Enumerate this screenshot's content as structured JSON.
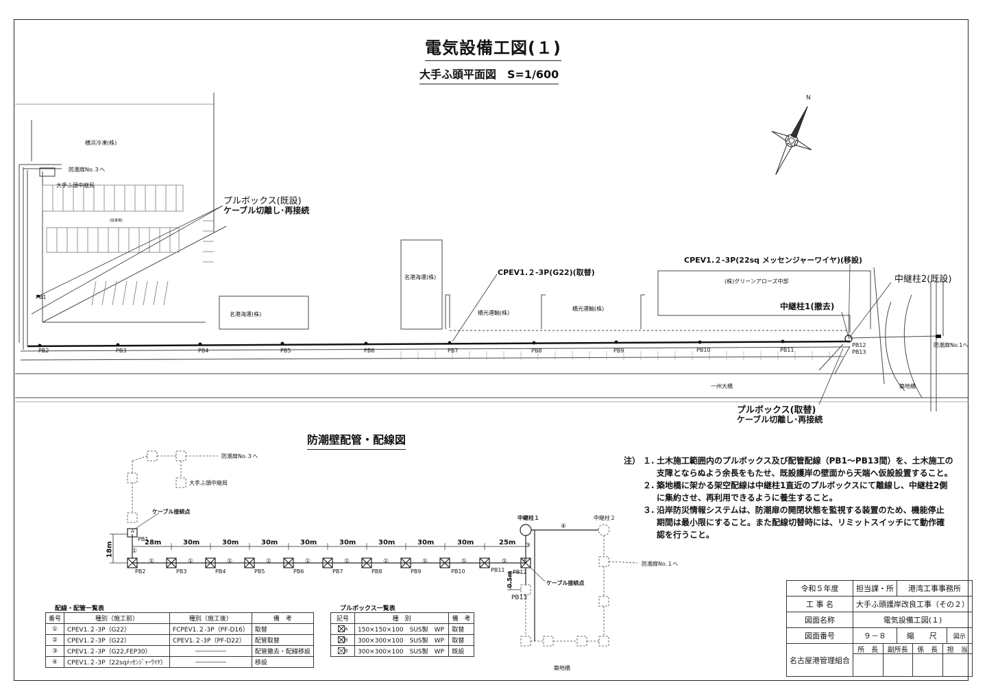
{
  "header": {
    "title": "電気設備工図(１)",
    "plan_title": "大手ふ頭平面図　S=1/600",
    "section_title": "防潮壁配管・配線図"
  },
  "plan": {
    "companies": [
      {
        "key": "c1",
        "label": "横浜冷凍(株)"
      },
      {
        "key": "c2",
        "label": "名港海運(株)"
      },
      {
        "key": "c3",
        "label": "名港海運(株)"
      },
      {
        "key": "c4",
        "label": "橋元運輸(株)"
      },
      {
        "key": "c5",
        "label": "橋元運輸(株)"
      },
      {
        "key": "c6",
        "label": "(株)グリーンアローズ中部"
      }
    ],
    "places": {
      "tidegate3": "防潮扉No.３へ",
      "relay_station": "大手ふ頭中継局",
      "tidegate1": "防潮扉No.1へ",
      "bridge1": "一州大橋",
      "bridge2": "築地橋",
      "lot": "(駐車場)"
    },
    "callouts": {
      "pullbox_existing": "プルボックス(既設)",
      "cable_reconnect": "ケーブル切離し･再接続",
      "cpev_g22": "CPEV1.２-3P(G22)(取替)",
      "cpev_messenger": "CPEV1.２-3P(22sq メッセンジャーワイヤ)(移設)",
      "relay_pole2": "中継柱2(既設)",
      "relay_pole1": "中継柱1(撤去)",
      "pullbox_replace": "プルボックス(取替)",
      "cable_reconnect2": "ケーブル切離し･再接続"
    },
    "pb_labels": [
      "PB1",
      "PB2",
      "PB3",
      "PB4",
      "PB5",
      "PB6",
      "PB7",
      "PB8",
      "PB9",
      "PB10",
      "PB11",
      "PB12",
      "PB13"
    ]
  },
  "wiring": {
    "pb_labels": [
      "PB2",
      "PB3",
      "PB4",
      "PB5",
      "PB6",
      "PB7",
      "PB8",
      "PB9",
      "PB10",
      "PB11",
      "PB12",
      "PB13"
    ],
    "pb1": "PB1",
    "distances": [
      "28m",
      "30m",
      "30m",
      "30m",
      "30m",
      "30m",
      "30m",
      "30m",
      "30m",
      "25m"
    ],
    "height": "18m",
    "gap": "0.5m",
    "cable_point1": "ケーブル接続点",
    "cable_point2": "ケーブル接続点",
    "pole1": "中継柱１",
    "pole2": "中継柱２",
    "circle1": "①",
    "circle3": "③",
    "circle4": "④",
    "to_tidegate3": "防潮扉No.３へ",
    "to_tidegate1": "防潮扉No.１へ",
    "relay_station": "大手ふ頭中継局",
    "bridge": "築地橋",
    "box_a": "A",
    "box_b": "B"
  },
  "notes": {
    "prefix": "注）",
    "items": [
      {
        "num": "１.",
        "lines": [
          "土木施工範囲内のプルボックス及び配管配線（PB1～PB13間）を、土木施工の",
          "支障とならぬよう余長をもたせ、既設護岸の壁面から天端へ仮設設置すること。"
        ]
      },
      {
        "num": "２.",
        "lines": [
          "築地橋に架かる架空配線は中継柱1直近のプルボックスにて離線し、中継柱2側",
          "に集約させ、再利用できるように養生すること。"
        ]
      },
      {
        "num": "３.",
        "lines": [
          "沿岸防災情報システムは、防潮扉の開閉状態を監視する装置のため、機能停止",
          "期間は最小限にすること。また配線切替時には、リミットスイッチにて動作確",
          "認を行うこと。"
        ]
      }
    ]
  },
  "wire_table": {
    "title": "配線・配管一覧表",
    "headers": [
      "番号",
      "種別（施工前）",
      "種別（施工後）",
      "備　考"
    ],
    "rows": [
      [
        "①",
        "CPEV1.２-3P（G22）",
        "FCPEV1.２-3P（PF-D16）",
        "取替"
      ],
      [
        "②",
        "CPEV1.２-3P（G22）",
        "CPEV1.２-3P（PF-D22）",
        "配管取替"
      ],
      [
        "③",
        "CPEV1.２-3P（G22,FEP30）",
        "―――――",
        "配管撤去・配線移設"
      ],
      [
        "④",
        "CPEV1.２-3P（22sqﾒｯｾﾝｼﾞｬｰﾜｲﾔ）",
        "―――――",
        "移設"
      ]
    ]
  },
  "pb_table": {
    "title": "プルボックス一覧表",
    "headers": [
      "記号",
      "種　別",
      "備　考"
    ],
    "rows": [
      [
        "A",
        "150×150×100　SUS製　WP",
        "取替"
      ],
      [
        "B",
        "300×300×100　SUS製　WP",
        "取替"
      ],
      [
        "B",
        "300×300×100　SUS製　WP",
        "既設"
      ]
    ]
  },
  "title_block": {
    "year": "令和５年度",
    "dept_label": "担当課・所",
    "dept": "港湾工事事務所",
    "project_label": "工 事 名",
    "project": "大手ふ頭護岸改良工事（その２）",
    "drawing_label": "図面名称",
    "drawing": "電気設備工図(１)",
    "number_label": "図面番号",
    "number": "９－８",
    "scale_label": "縮　　尺",
    "scale": "図示",
    "org": "名古屋港管理組合",
    "roles": [
      "所　長",
      "副所長",
      "係　長",
      "担　当"
    ]
  }
}
